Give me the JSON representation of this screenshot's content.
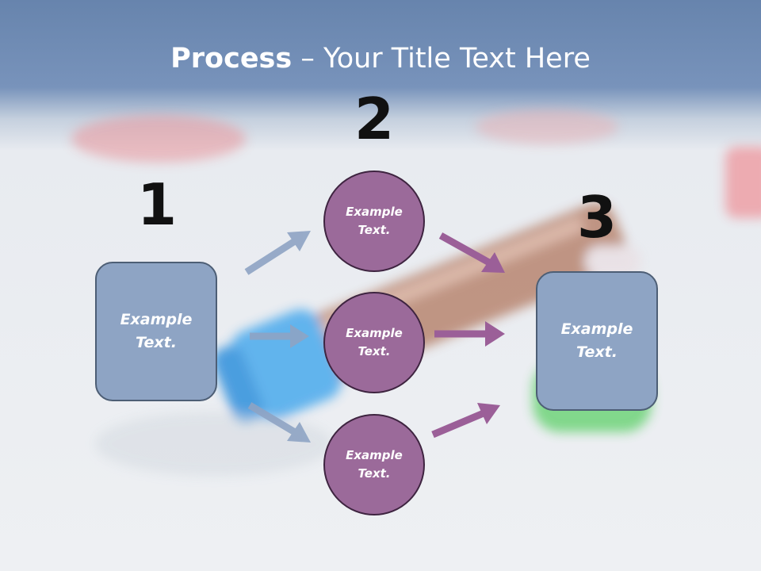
{
  "title": {
    "bold": "Process",
    "rest": " – Your Title Text Here"
  },
  "steps": {
    "one": {
      "number": "1",
      "box_text": "Example\nText."
    },
    "two": {
      "number": "2",
      "circles": [
        "Example\nText.",
        "Example\nText.",
        "Example\nText."
      ]
    },
    "three": {
      "number": "3",
      "box_text": "Example\nText."
    }
  },
  "colors": {
    "header": "#6784ad",
    "box_fill": "#8ea4c4",
    "circle_fill": "#9b6a9a",
    "arrow_blue": "#8ea4c4",
    "arrow_purple": "#9b5f98"
  }
}
